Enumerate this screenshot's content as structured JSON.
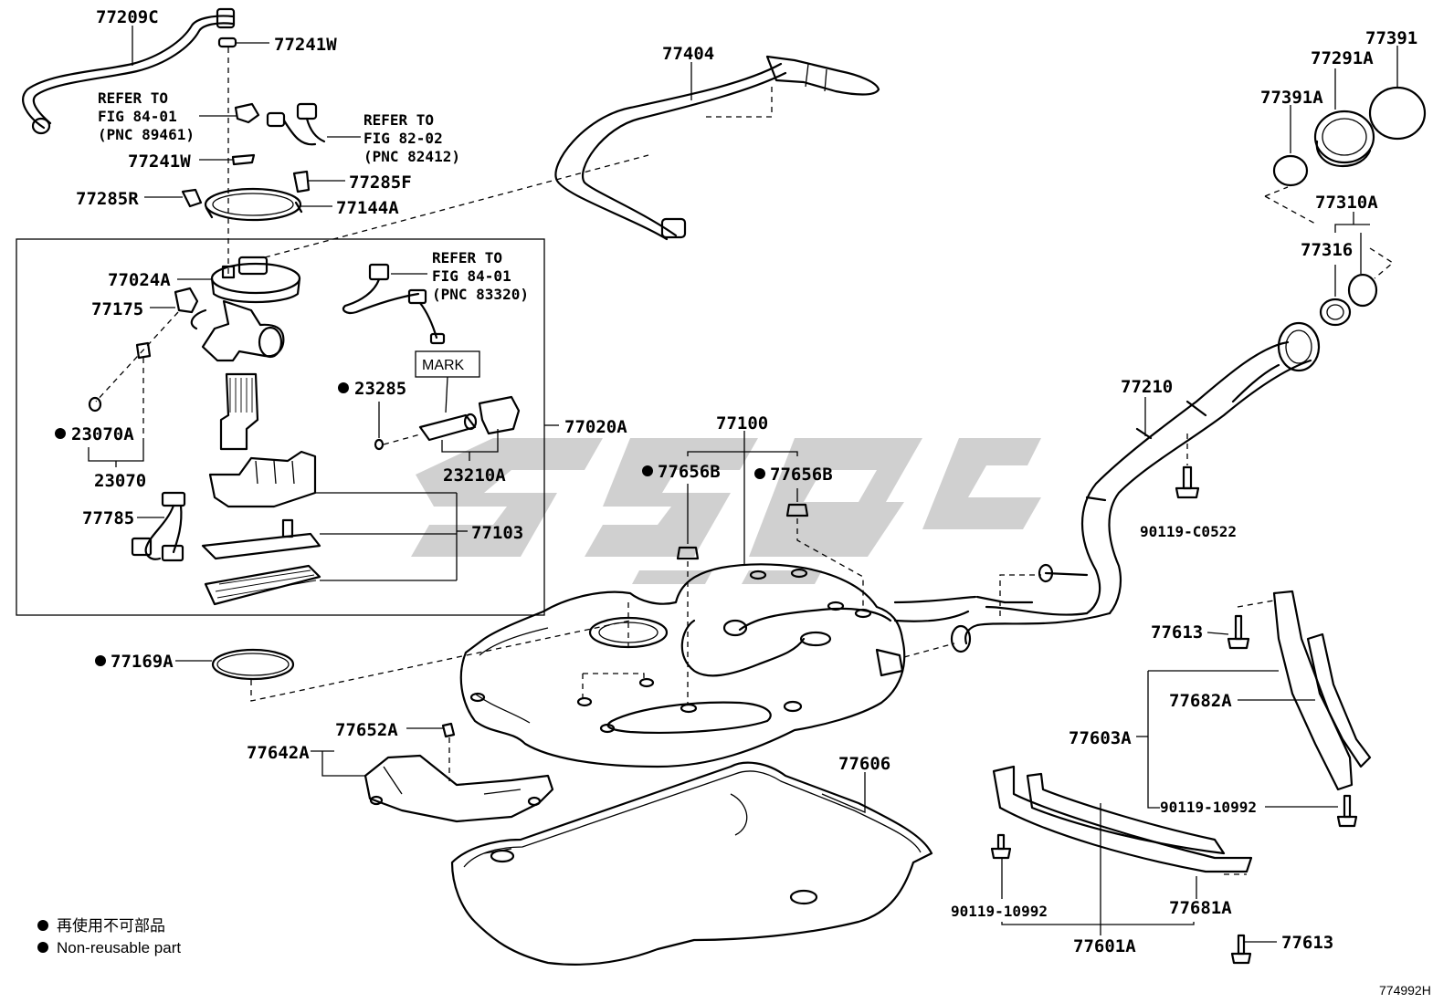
{
  "labels": {
    "p77209C": "77209C",
    "p77241W_a": "77241W",
    "p77241W_b": "77241W",
    "p77285R": "77285R",
    "p77285F": "77285F",
    "p77144A": "77144A",
    "p77024A": "77024A",
    "p77175": "77175",
    "p23070A": "23070A",
    "p23070": "23070",
    "p77785": "77785",
    "p23285": "23285",
    "p23210A": "23210A",
    "p77020A": "77020A",
    "p77103": "77103",
    "p77169A": "77169A",
    "p77404": "77404",
    "p77100": "77100",
    "p77656B_a": "77656B",
    "p77656B_b": "77656B",
    "p77642A": "77642A",
    "p77652A": "77652A",
    "p77606": "77606",
    "p77391": "77391",
    "p77291A": "77291A",
    "p77391A": "77391A",
    "p77310A": "77310A",
    "p77316": "77316",
    "p77210": "77210",
    "p90119C0522": "90119-C0522",
    "p77613_a": "77613",
    "p77682A": "77682A",
    "p77603A": "77603A",
    "p90119_10992_a": "90119-10992",
    "p90119_10992_b": "90119-10992",
    "p77681A": "77681A",
    "p77601A": "77601A",
    "p77613_b": "77613"
  },
  "refs": {
    "r1": [
      "REFER TO",
      "FIG 84-01",
      "(PNC 89461)"
    ],
    "r2": [
      "REFER TO",
      "FIG 82-02",
      "(PNC 82412)"
    ],
    "r3": [
      "REFER TO",
      "FIG 84-01",
      "(PNC 83320)"
    ]
  },
  "mark_label": "MARK",
  "legend": {
    "jp": "再使用不可部品",
    "en": "Non-reusable part"
  },
  "figure_number": "774992H"
}
